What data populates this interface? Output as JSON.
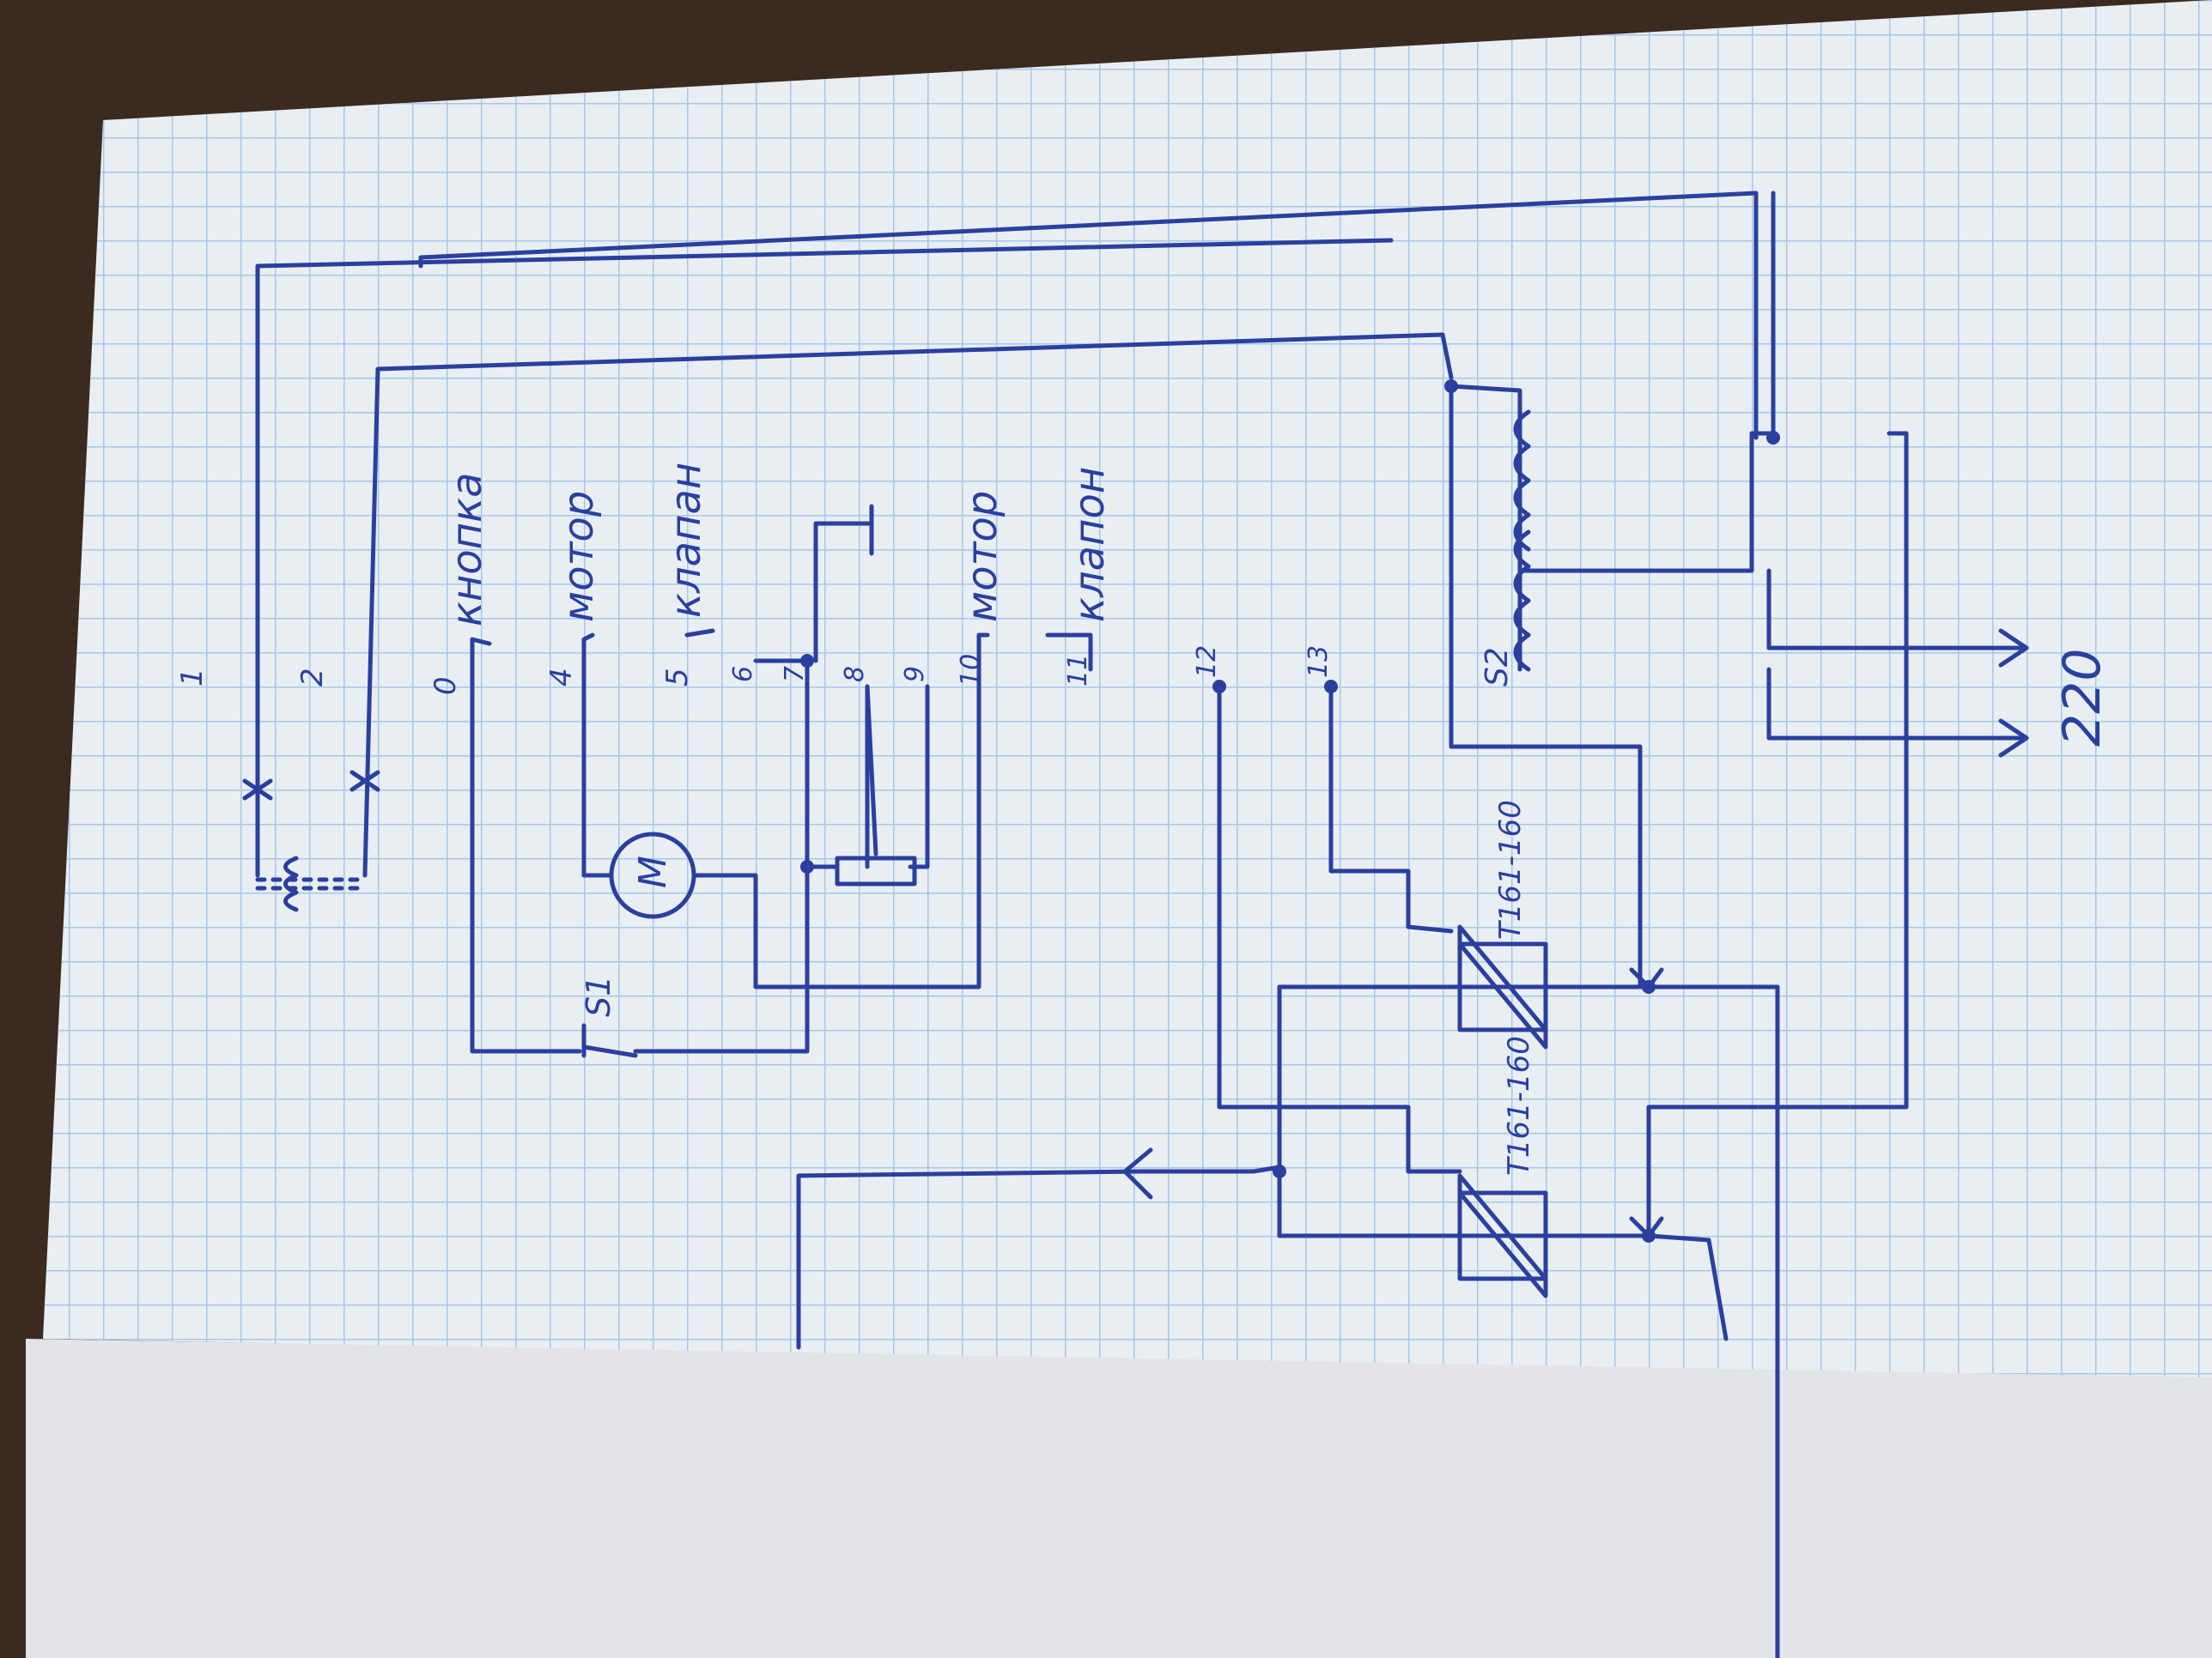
{
  "colors": {
    "ink": "#2b3f9e",
    "grid": "#9ec3e6",
    "paper": "#e9eef3",
    "table": "#3a2a20",
    "lower_sheet": "#e2e4e8"
  },
  "orientation": "rotated 90 degrees counter-clockwise",
  "terminals": [
    {
      "num": "1",
      "label": ""
    },
    {
      "num": "2",
      "label": ""
    },
    {
      "num": "0",
      "label": "кнопка"
    },
    {
      "num": "4",
      "label": "мотор"
    },
    {
      "num": "5",
      "label": "клапан"
    },
    {
      "num": "6",
      "label": ""
    },
    {
      "num": "7",
      "label": ""
    },
    {
      "num": "8",
      "label": ""
    },
    {
      "num": "9",
      "label": ""
    },
    {
      "num": "10",
      "label": "мотор"
    },
    {
      "num": "11",
      "label": "клапон"
    },
    {
      "num": "12",
      "label": ""
    },
    {
      "num": "13",
      "label": ""
    }
  ],
  "components": {
    "motor": "M",
    "switch_1": "S1",
    "switch_2": "S2",
    "triac_1": "T161-160",
    "triac_2": "T161-160",
    "supply": "220"
  }
}
